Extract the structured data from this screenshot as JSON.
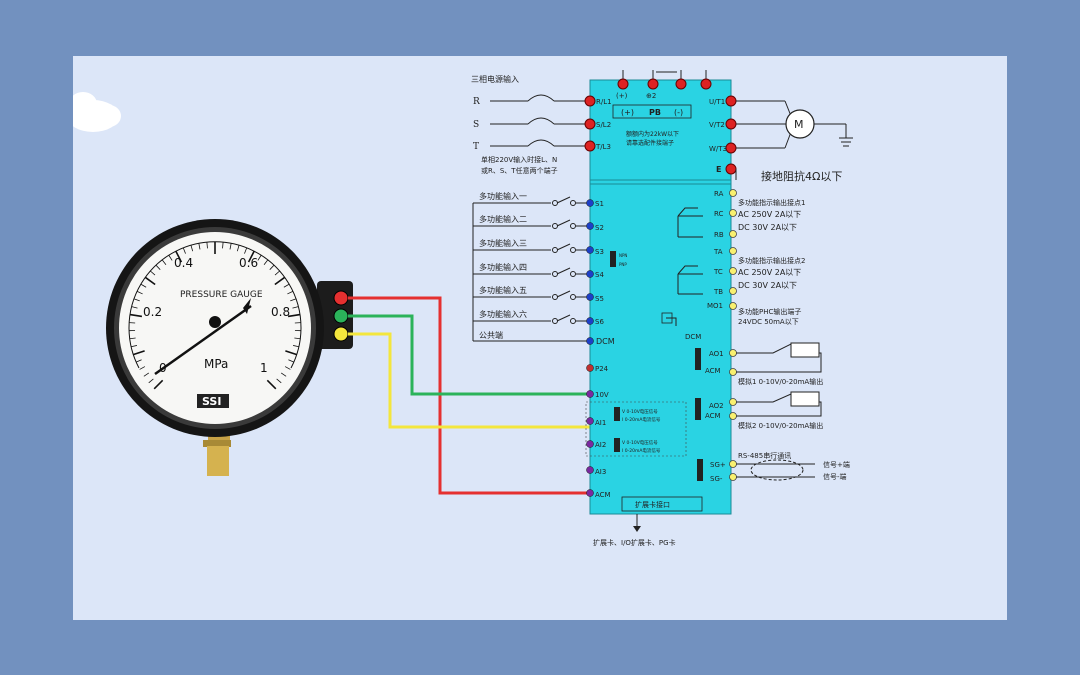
{
  "colors": {
    "background": "#7291bf",
    "slide": "#dce6f8",
    "inverter": "#2ad3e3",
    "wire_red": "#e53030",
    "wire_green": "#2bb35a",
    "wire_yellow": "#f3e63d"
  },
  "gauge": {
    "brand": "PRESSURE GAUGE",
    "unit": "MPa",
    "logo": "SSI",
    "ticks": [
      "0",
      "0.2",
      "0.4",
      "0.6",
      "0.8",
      "1"
    ]
  },
  "power": {
    "title": "三相电源输入",
    "phases": [
      "R",
      "S",
      "T"
    ],
    "note1": "单相220V输入时接L、N",
    "note2": "或R、S、T任意两个端子"
  },
  "inverter_top": {
    "terminals": [
      "(+)",
      "⊕2",
      "(+)",
      "PB",
      "(-)"
    ],
    "pb_note1": "额额内为22kW以下",
    "pb_note2": "请靠选配件接端子"
  },
  "inputs": {
    "power_terms": [
      "R/L1",
      "S/L2",
      "T/L3"
    ],
    "labels": [
      "多功能输入一",
      "多功能输入二",
      "多功能输入三",
      "多功能输入四",
      "多功能输入五",
      "多功能输入六",
      "公共端"
    ],
    "terms": [
      "S1",
      "S2",
      "S3",
      "S4",
      "S5",
      "S6",
      "DCM",
      "P24",
      "10V",
      "AI1",
      "AI2",
      "AI3",
      "ACM"
    ]
  },
  "outputs": {
    "motor_terms": [
      "U/T1",
      "V/T2",
      "W/T3",
      "E"
    ],
    "ground_note": "接地阻抗4Ω以下",
    "relay_terms": [
      "RA",
      "RC",
      "RB",
      "TA",
      "TC",
      "TB",
      "MO1"
    ],
    "relay1": [
      "多功能指示输出接点1",
      "AC 250V 2A以下",
      "DC 30V 2A以下"
    ],
    "relay2": [
      "多功能指示输出接点2",
      "AC 250V 2A以下",
      "DC 30V 2A以下"
    ],
    "mo1": [
      "多功能PHC输出端子",
      "24VDC 50mA以下"
    ],
    "ao_terms": [
      "AO1",
      "ACM",
      "AO2",
      "ACM"
    ],
    "ao1": "模拟1 0-10V/0-20mA输出",
    "ao2": "模拟2 0-10V/0-20mA输出",
    "dcm": "DCM",
    "comm_terms": [
      "SG+",
      "SG-"
    ],
    "rs485": "RS-485串行通讯",
    "sig_pos": "信号+端",
    "sig_neg": "信号-端"
  },
  "ai_settings": [
    "V 0-10V电压信号",
    "I 0-20mA电流信号",
    "V 0-10V电压信号",
    "I 0-20mA电流信号"
  ],
  "expansion": {
    "box": "扩展卡接口",
    "note": "扩展卡、I/O扩展卡、PG卡"
  }
}
